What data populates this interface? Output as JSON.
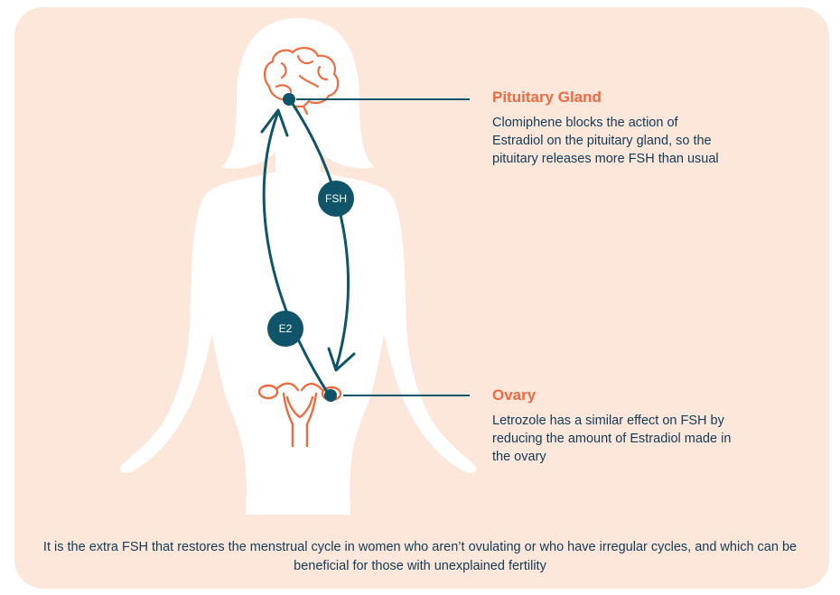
{
  "pituitary": {
    "title": "Pituitary Gland",
    "description": "Clomiphene blocks the action of Estradiol on the pituitary gland, so the pituitary releases more FSH than usual"
  },
  "ovary": {
    "title": "Ovary",
    "description": "Letrozole has a similar effect on FSH by reducing the amount of Estradiol made in the ovary"
  },
  "arrows": {
    "down_label": "FSH",
    "up_label": "E2"
  },
  "caption": "It is the extra FSH that restores the menstrual cycle in women who aren’t ovulating or who have irregular cycles, and which can be beneficial for those with unexplained fertility",
  "colors": {
    "background": "#fce7da",
    "silhouette": "#ffffff",
    "accent": "#ef6a3f",
    "dark_teal": "#0f5468",
    "text": "#123a56"
  },
  "icons": {
    "brain": "brain-icon",
    "uterus": "uterus-icon"
  }
}
